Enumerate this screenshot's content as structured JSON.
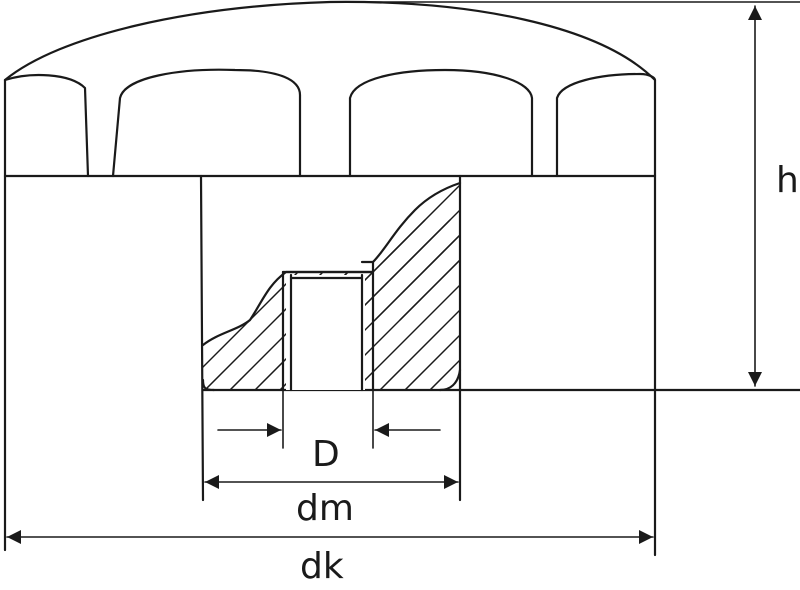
{
  "labels": {
    "height": "h",
    "bore_diameter": "D",
    "middle_diameter": "dm",
    "knob_diameter": "dk"
  },
  "colors": {
    "stroke": "#1a1a1a",
    "background": "#ffffff"
  }
}
